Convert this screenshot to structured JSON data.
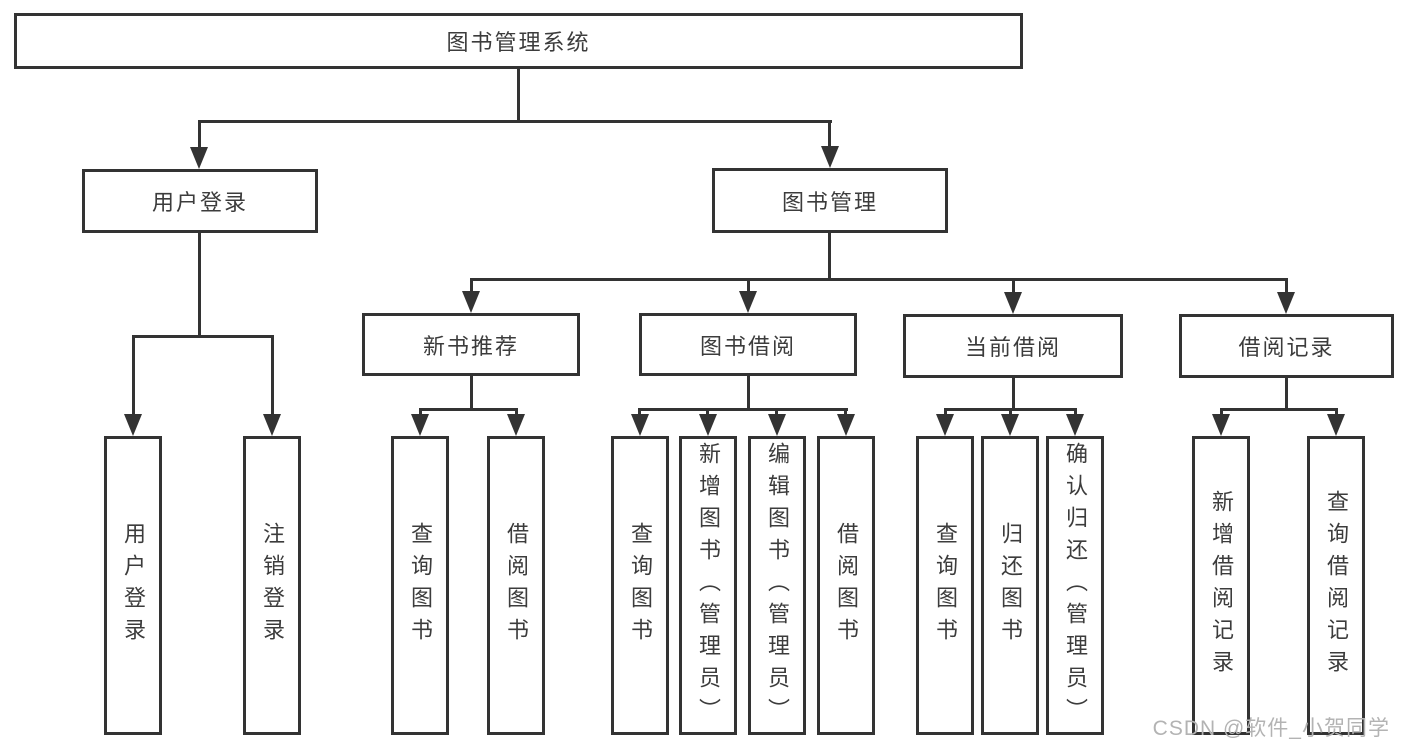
{
  "diagram": {
    "root": {
      "label": "图书管理系统"
    },
    "groups": [
      {
        "label": "用户登录",
        "children": [
          {
            "label": "用户登录"
          },
          {
            "label": "注销登录"
          }
        ]
      },
      {
        "label": "图书管理",
        "sections": [
          {
            "label": "新书推荐",
            "children": [
              {
                "label": "查询图书"
              },
              {
                "label": "借阅图书"
              }
            ]
          },
          {
            "label": "图书借阅",
            "children": [
              {
                "label": "查询图书"
              },
              {
                "label": "新增图书（管理员）"
              },
              {
                "label": "编辑图书（管理员）"
              },
              {
                "label": "借阅图书"
              }
            ]
          },
          {
            "label": "当前借阅",
            "children": [
              {
                "label": "查询图书"
              },
              {
                "label": "归还图书"
              },
              {
                "label": "确认归还（管理员）"
              }
            ]
          },
          {
            "label": "借阅记录",
            "children": [
              {
                "label": "新增借阅记录"
              },
              {
                "label": "查询借阅记录"
              }
            ]
          }
        ]
      }
    ],
    "watermark": {
      "text": "CSDN @软件_小贺同学",
      "color": "#b3b3b3"
    },
    "colors": {
      "line": "#333333",
      "text": "#3c3c3c",
      "background": "#ffffff"
    }
  }
}
